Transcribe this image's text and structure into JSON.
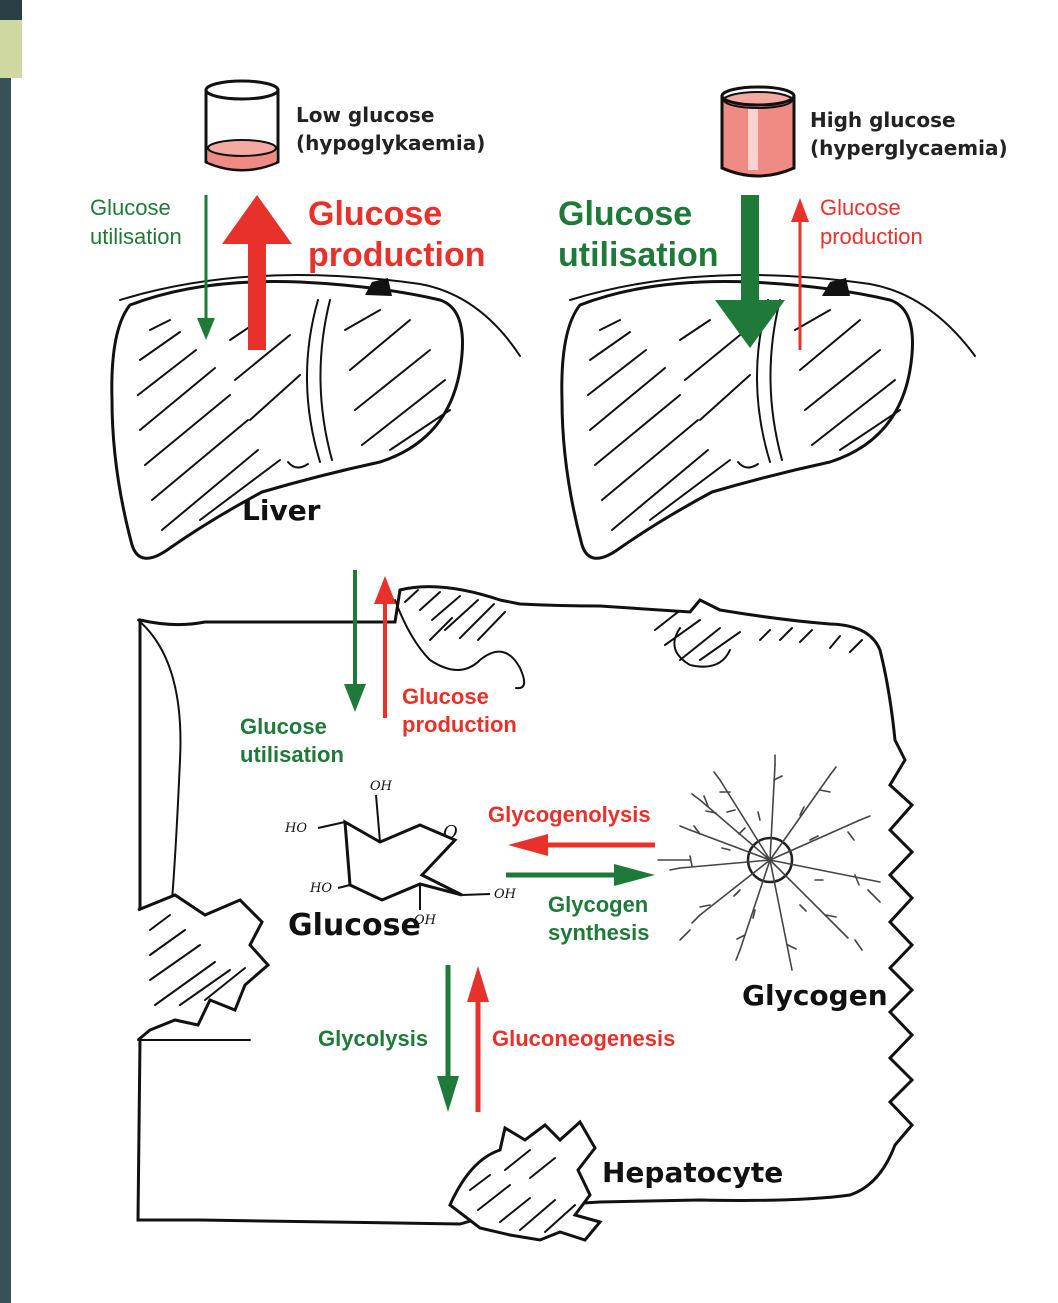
{
  "colors": {
    "green": "#1f7a3a",
    "red": "#e8312a",
    "ink": "#111111",
    "liquid": "#f08a84"
  },
  "left_panel": {
    "cup_label_line1": "Low glucose",
    "cup_label_line2": "(hypoglykaemia)",
    "util_line1": "Glucose",
    "util_line2": "utilisation",
    "prod_line1": "Glucose",
    "prod_line2": "production",
    "liver_label": "Liver"
  },
  "right_panel": {
    "cup_label_line1": "High glucose",
    "cup_label_line2": "(hyperglycaemia)",
    "util_line1": "Glucose",
    "util_line2": "utilisation",
    "prod_line1": "Glucose",
    "prod_line2": "production"
  },
  "cell": {
    "util_line1": "Glucose",
    "util_line2": "utilisation",
    "prod_line1": "Glucose",
    "prod_line2": "production",
    "glucose_label": "Glucose",
    "glycogenolysis": "Glycogenolysis",
    "synthesis_line1": "Glycogen",
    "synthesis_line2": "synthesis",
    "glycogen_label": "Glycogen",
    "glycolysis": "Glycolysis",
    "gluconeogenesis": "Gluconeogenesis",
    "hepatocyte_label": "Hepatocyte",
    "chem_oh_top": "OH",
    "chem_ho_left": "HO",
    "chem_o_ring": "O",
    "chem_ho_bottom": "HO",
    "chem_oh_right": "OH",
    "chem_oh_bottom": "OH"
  }
}
